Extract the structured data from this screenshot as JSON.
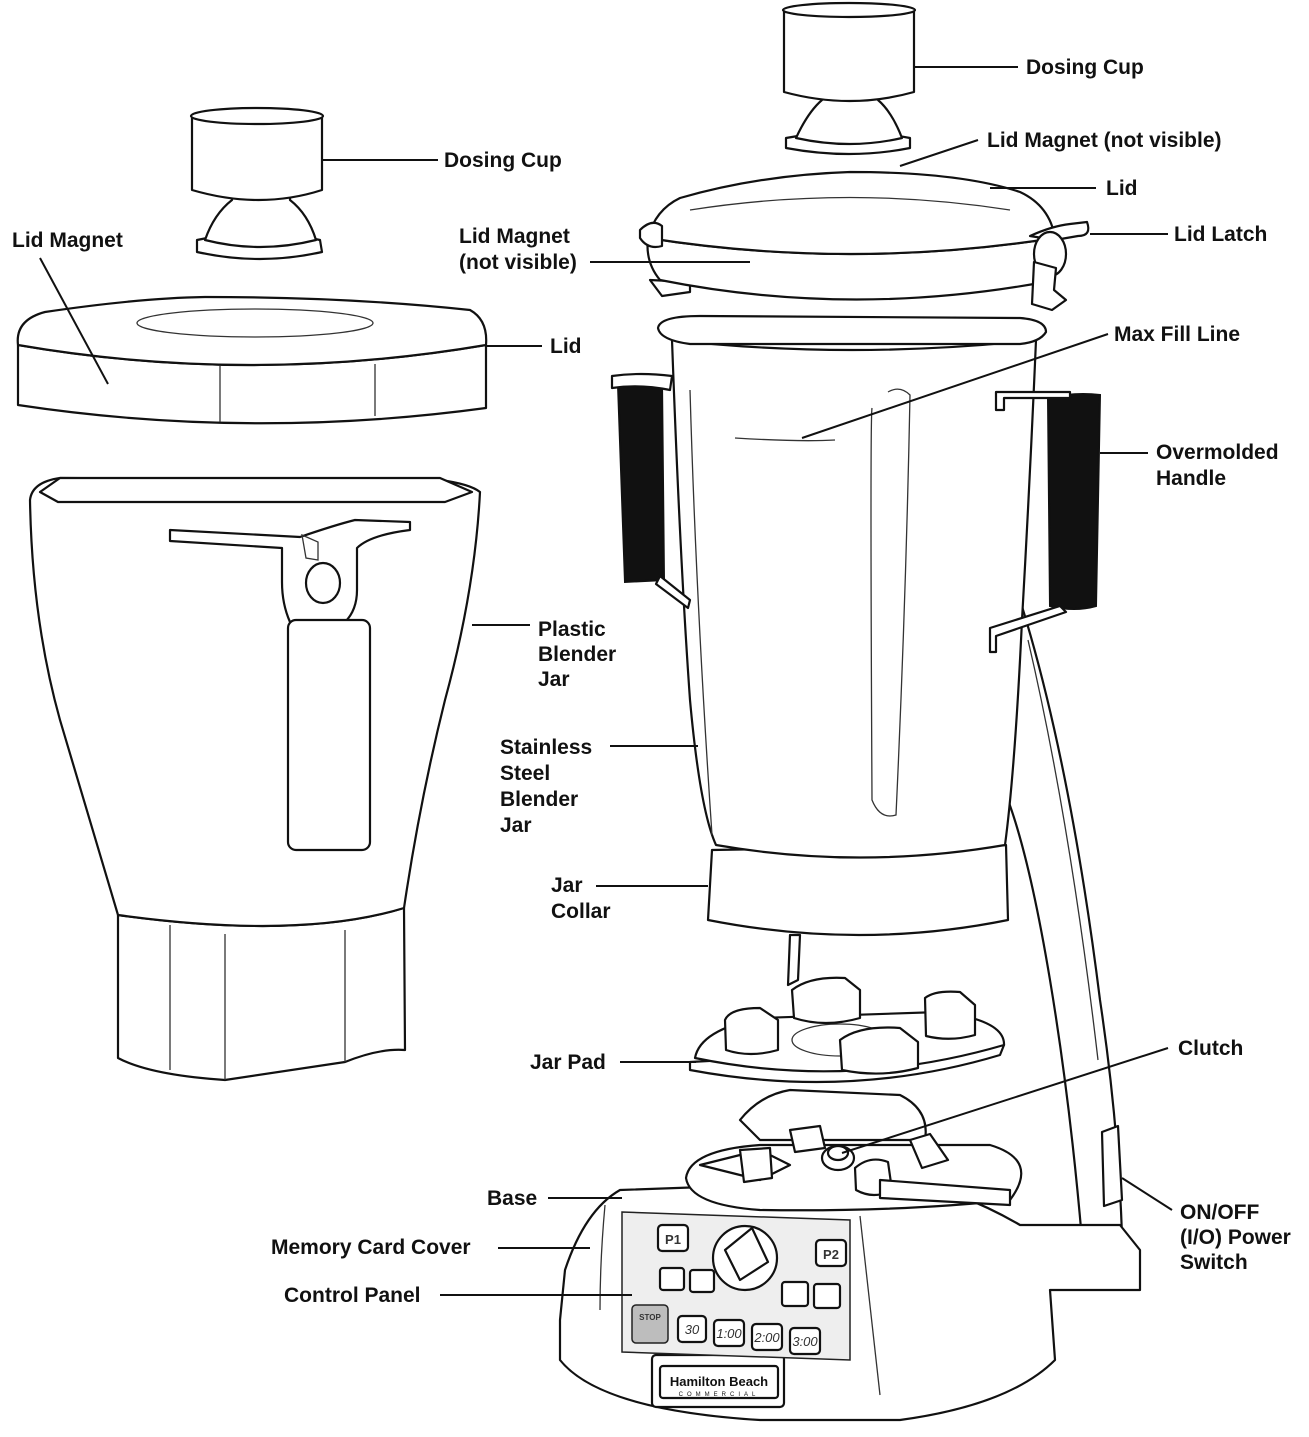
{
  "labels": {
    "dosing_cup_right": "Dosing Cup",
    "lid_magnet_top_right": "Lid Magnet (not visible)",
    "lid_right": "Lid",
    "lid_latch": "Lid Latch",
    "dosing_cup_left": "Dosing Cup",
    "lid_magnet_left": "Lid Magnet",
    "lid_magnet_mid_line1": "Lid Magnet",
    "lid_magnet_mid_line2": "(not visible)",
    "lid_left": "Lid",
    "max_fill_line": "Max Fill Line",
    "overmolded_handle_line1": "Overmolded",
    "overmolded_handle_line2": "Handle",
    "plastic_jar_line1": "Plastic",
    "plastic_jar_line2": "Blender",
    "plastic_jar_line3": "Jar",
    "stainless_jar_line1": "Stainless",
    "stainless_jar_line2": "Steel",
    "stainless_jar_line3": "Blender",
    "stainless_jar_line4": "Jar",
    "jar_collar_line1": "Jar",
    "jar_collar_line2": "Collar",
    "jar_pad": "Jar Pad",
    "clutch": "Clutch",
    "base": "Base",
    "memory_card_cover": "Memory Card Cover",
    "control_panel": "Control Panel",
    "power_switch_line1": "ON/OFF",
    "power_switch_line2": "(I/O) Power",
    "power_switch_line3": "Switch"
  },
  "control_panel": {
    "p1": "P1",
    "p2": "P2",
    "stop": "STOP",
    "t1": "30",
    "t2": "1:00",
    "t3": "2:00",
    "t4": "3:00"
  },
  "brand": {
    "name": "Hamilton Beach",
    "sub": "COMMERCIAL"
  },
  "colors": {
    "ink": "#111111",
    "fill": "#ffffff",
    "handle": "#111111",
    "panel_shade": "#bdbdbd"
  }
}
